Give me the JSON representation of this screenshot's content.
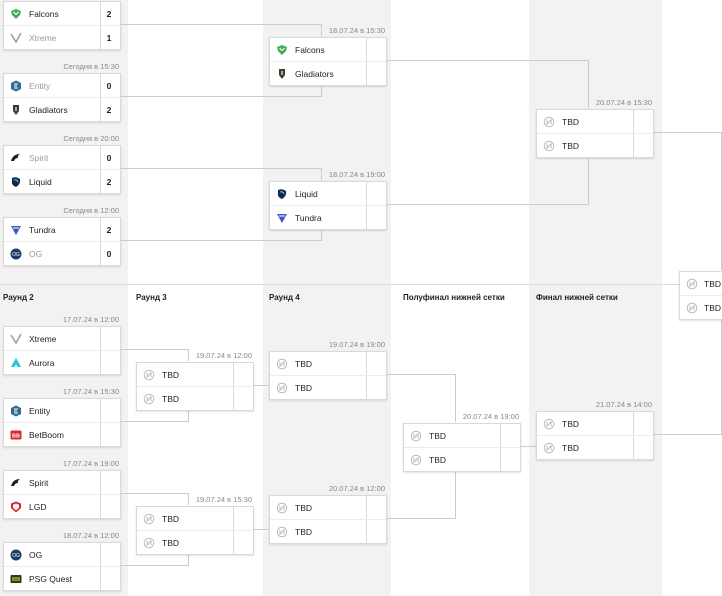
{
  "colors": {
    "highlight_column": "#f2f2f2",
    "border": "#d9d9d9",
    "connector": "#c7cdd6",
    "muted_text": "#888888"
  },
  "rounds_lower": {
    "r2": "Раунд 2",
    "r3": "Раунд 3",
    "r4": "Раунд 4",
    "semifinal": "Полуфинал нижней сетки",
    "final": "Финал нижней сетки"
  },
  "matches": {
    "ub1": {
      "time": "",
      "teams": [
        {
          "name": "Falcons",
          "score": "2",
          "icon": "falcons-icon"
        },
        {
          "name": "Xtreme",
          "score": "1",
          "icon": "xtreme-icon"
        }
      ]
    },
    "ub2": {
      "time": "Сегодня в 15:30",
      "teams": [
        {
          "name": "Entity",
          "score": "0",
          "icon": "entity-icon"
        },
        {
          "name": "Gladiators",
          "score": "2",
          "icon": "gladiators-icon"
        }
      ]
    },
    "ub3": {
      "time": "Сегодня в 20:00",
      "teams": [
        {
          "name": "Spirit",
          "score": "0",
          "icon": "spirit-icon"
        },
        {
          "name": "Liquid",
          "score": "2",
          "icon": "liquid-icon"
        }
      ]
    },
    "ub4": {
      "time": "Сегодня в 12:00",
      "teams": [
        {
          "name": "Tundra",
          "score": "2",
          "icon": "tundra-icon"
        },
        {
          "name": "OG",
          "score": "0",
          "icon": "og-icon"
        }
      ]
    },
    "ubs1": {
      "time": "18.07.24 в 15:30",
      "teams": [
        {
          "name": "Falcons",
          "score": "",
          "icon": "falcons-icon"
        },
        {
          "name": "Gladiators",
          "score": "",
          "icon": "gladiators-icon"
        }
      ]
    },
    "ubs2": {
      "time": "18.07.24 в 19:00",
      "teams": [
        {
          "name": "Liquid",
          "score": "",
          "icon": "liquid-icon"
        },
        {
          "name": "Tundra",
          "score": "",
          "icon": "tundra-icon"
        }
      ]
    },
    "ubf": {
      "time": "20.07.24 в 15:30",
      "teams": [
        {
          "name": "TBD",
          "score": "",
          "icon": "tbd-icon"
        },
        {
          "name": "TBD",
          "score": "",
          "icon": "tbd-icon"
        }
      ]
    },
    "gf": {
      "time": "",
      "teams": [
        {
          "name": "TBD",
          "score": "",
          "icon": "tbd-icon"
        },
        {
          "name": "TBD",
          "score": "",
          "icon": "tbd-icon"
        }
      ]
    },
    "lb2a": {
      "time": "17.07.24 в 12:00",
      "teams": [
        {
          "name": "Xtreme",
          "score": "",
          "icon": "xtreme-icon"
        },
        {
          "name": "Aurora",
          "score": "",
          "icon": "aurora-icon"
        }
      ]
    },
    "lb2b": {
      "time": "17.07.24 в 15:30",
      "teams": [
        {
          "name": "Entity",
          "score": "",
          "icon": "entity-icon"
        },
        {
          "name": "BetBoom",
          "score": "",
          "icon": "betboom-icon"
        }
      ]
    },
    "lb2c": {
      "time": "17.07.24 в 19:00",
      "teams": [
        {
          "name": "Spirit",
          "score": "",
          "icon": "spirit-icon"
        },
        {
          "name": "LGD",
          "score": "",
          "icon": "lgd-icon"
        }
      ]
    },
    "lb2d": {
      "time": "18.07.24 в 12:00",
      "teams": [
        {
          "name": "OG",
          "score": "",
          "icon": "og-icon"
        },
        {
          "name": "PSG Quest",
          "score": "",
          "icon": "psgquest-icon"
        }
      ]
    },
    "lb3a": {
      "time": "19.07.24 в 12:00",
      "teams": [
        {
          "name": "TBD",
          "score": "",
          "icon": "tbd-icon"
        },
        {
          "name": "TBD",
          "score": "",
          "icon": "tbd-icon"
        }
      ]
    },
    "lb3b": {
      "time": "19.07.24 в 15:30",
      "teams": [
        {
          "name": "TBD",
          "score": "",
          "icon": "tbd-icon"
        },
        {
          "name": "TBD",
          "score": "",
          "icon": "tbd-icon"
        }
      ]
    },
    "lb4a": {
      "time": "19.07.24 в 19:00",
      "teams": [
        {
          "name": "TBD",
          "score": "",
          "icon": "tbd-icon"
        },
        {
          "name": "TBD",
          "score": "",
          "icon": "tbd-icon"
        }
      ]
    },
    "lb4b": {
      "time": "20.07.24 в 12:00",
      "teams": [
        {
          "name": "TBD",
          "score": "",
          "icon": "tbd-icon"
        },
        {
          "name": "TBD",
          "score": "",
          "icon": "tbd-icon"
        }
      ]
    },
    "lbsf": {
      "time": "20.07.24 в 19:00",
      "teams": [
        {
          "name": "TBD",
          "score": "",
          "icon": "tbd-icon"
        },
        {
          "name": "TBD",
          "score": "",
          "icon": "tbd-icon"
        }
      ]
    },
    "lbf": {
      "time": "21.07.24 в 14:00",
      "teams": [
        {
          "name": "TBD",
          "score": "",
          "icon": "tbd-icon"
        },
        {
          "name": "TBD",
          "score": "",
          "icon": "tbd-icon"
        }
      ]
    }
  }
}
